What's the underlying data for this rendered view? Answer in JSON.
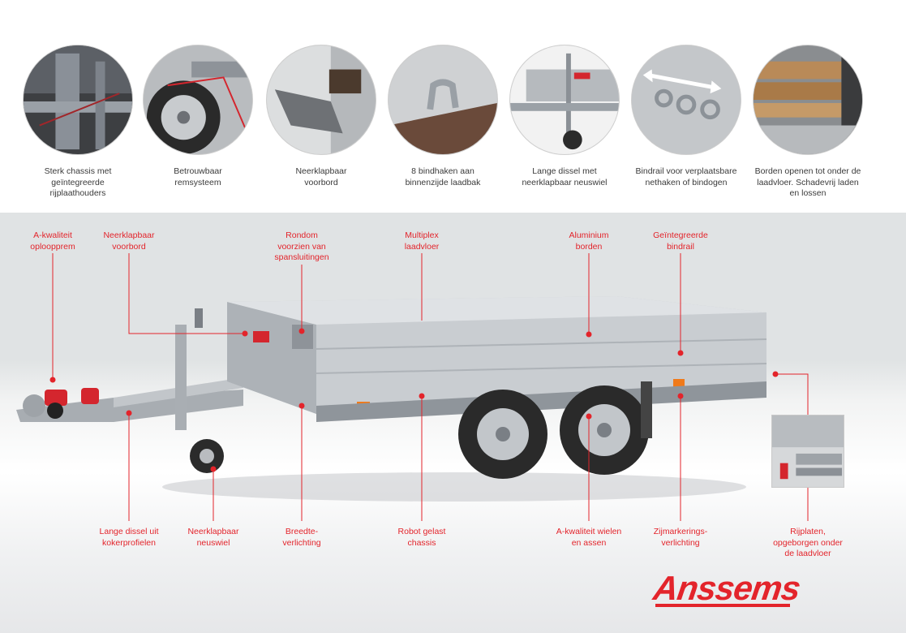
{
  "features": [
    {
      "caption": "Sterk chassis met\ngeïntegreerde\nrijplaathouders",
      "icon": "chassis-photo"
    },
    {
      "caption": "Betrouwbaar\nremsysteem",
      "icon": "brake-photo"
    },
    {
      "caption": "Neerklapbaar\nvoorbord",
      "icon": "front-board-photo"
    },
    {
      "caption": "8 bindhaken aan\nbinnenzijde laadbak",
      "icon": "tie-hook-photo"
    },
    {
      "caption": "Lange dissel met\nneerklapbaar neuswiel",
      "icon": "drawbar-photo"
    },
    {
      "caption": "Bindrail voor verplaatsbare\nnethaken of bindogen",
      "icon": "bindrail-photo"
    },
    {
      "caption": "Borden openen tot onder de\nlaadvloer. Schadevrij laden\nen lossen",
      "icon": "loading-photo"
    }
  ],
  "labels_top": [
    {
      "text": "A-kwaliteit\noploopprem"
    },
    {
      "text": "Neerklapbaar\nvoorbord"
    },
    {
      "text": "Rondom\nvoorzien van\nspansluitingen"
    },
    {
      "text": "Multiplex\nlaadvloer"
    },
    {
      "text": "Aluminium\nborden"
    },
    {
      "text": "Geïntegreerde\nbindrail"
    }
  ],
  "labels_bottom": [
    {
      "text": "Lange dissel uit\nkokerprofielen"
    },
    {
      "text": "Neerklapbaar\nneuswiel"
    },
    {
      "text": "Breedte-\nverlichting"
    },
    {
      "text": "Robot gelast\nchassis"
    },
    {
      "text": "A-kwaliteit wielen\nen assen"
    },
    {
      "text": "Zijmarkerings-\nverlichting"
    },
    {
      "text": "Rijplaten,\nopgeborgen onder\nde laadvloer"
    }
  ],
  "brand": {
    "logo": "Anssems",
    "accent_color": "#e3242b"
  }
}
